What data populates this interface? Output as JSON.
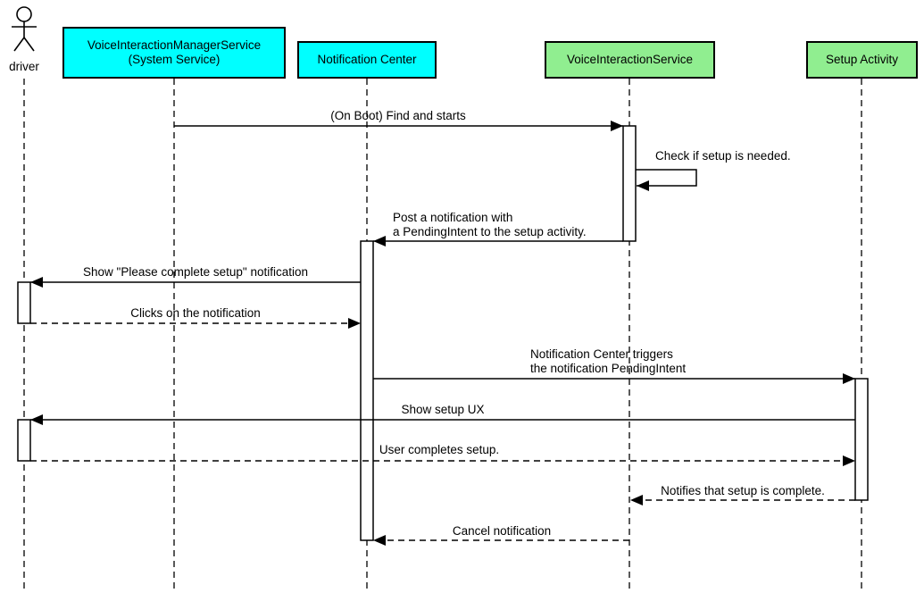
{
  "diagram": {
    "actor": {
      "label": "driver"
    },
    "participants": [
      {
        "label": "VoiceInteractionManagerService\n(System Service)",
        "color": "#00FFFF"
      },
      {
        "label": "Notification Center",
        "color": "#00FFFF"
      },
      {
        "label": "VoiceInteractionService",
        "color": "#90EE90"
      },
      {
        "label": "Setup Activity",
        "color": "#90EE90"
      }
    ],
    "messages": [
      {
        "label": "(On Boot) Find and starts",
        "from": "VoiceInteractionManagerService (System Service)",
        "to": "VoiceInteractionService",
        "line": "solid"
      },
      {
        "label": "Check if setup is needed.",
        "from": "VoiceInteractionService",
        "to": "VoiceInteractionService",
        "line": "solid"
      },
      {
        "label": "Post a notification with\na PendingIntent to the setup activity.",
        "from": "VoiceInteractionService",
        "to": "Notification Center",
        "line": "solid"
      },
      {
        "label": "Show \"Please complete setup\" notification",
        "from": "Notification Center",
        "to": "driver",
        "line": "solid"
      },
      {
        "label": "Clicks on the notification",
        "from": "driver",
        "to": "Notification Center",
        "line": "dashed"
      },
      {
        "label": "Notification Center triggers\nthe notification PendingIntent",
        "from": "Notification Center",
        "to": "Setup Activity",
        "line": "solid"
      },
      {
        "label": "Show setup UX",
        "from": "Setup Activity",
        "to": "driver",
        "line": "solid"
      },
      {
        "label": "User completes setup.",
        "from": "driver",
        "to": "Setup Activity",
        "line": "dashed"
      },
      {
        "label": "Notifies that setup is complete.",
        "from": "Setup Activity",
        "to": "VoiceInteractionService",
        "line": "dashed"
      },
      {
        "label": "Cancel notification",
        "from": "VoiceInteractionService",
        "to": "Notification Center",
        "line": "dashed"
      }
    ]
  }
}
